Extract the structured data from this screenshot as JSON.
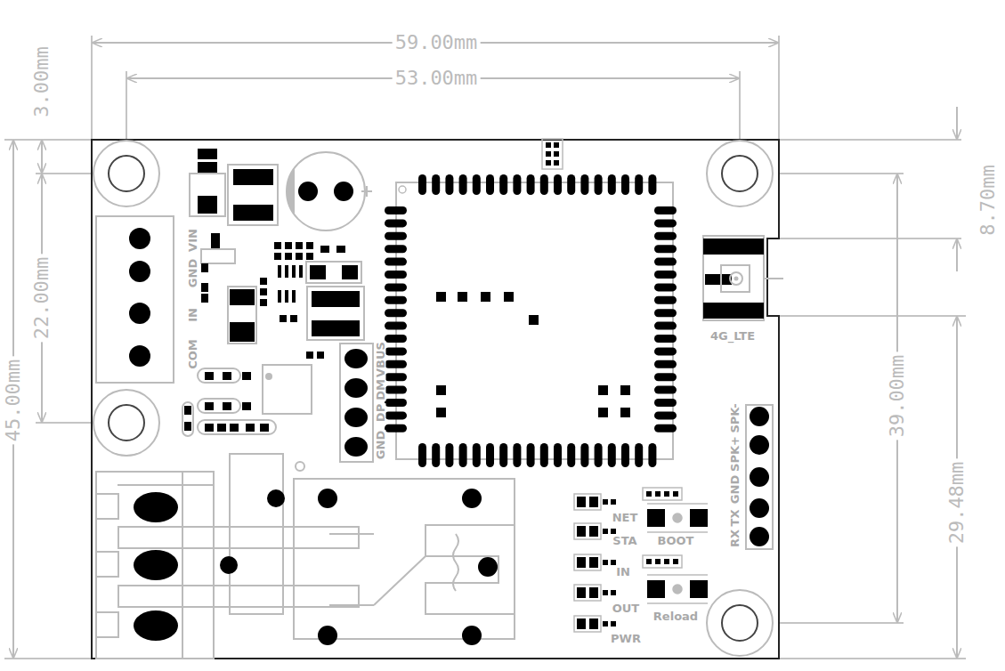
{
  "diagram": {
    "labels": [
      "59.00mm",
      "53.00mm",
      "3.00mm",
      "22.00mm",
      "45.00mm",
      "8.70mm",
      "39.00mm",
      "29.48mm",
      "VIN",
      "GND",
      "IN",
      "COM",
      "VBUS",
      "DM",
      "DP",
      "GND",
      "4G_LTE",
      "SPK-",
      "SPK+",
      "GND",
      "TX",
      "RX",
      "NET",
      "BOOT",
      "STA",
      "IN",
      "OUT",
      "Reload",
      "PWR"
    ]
  }
}
